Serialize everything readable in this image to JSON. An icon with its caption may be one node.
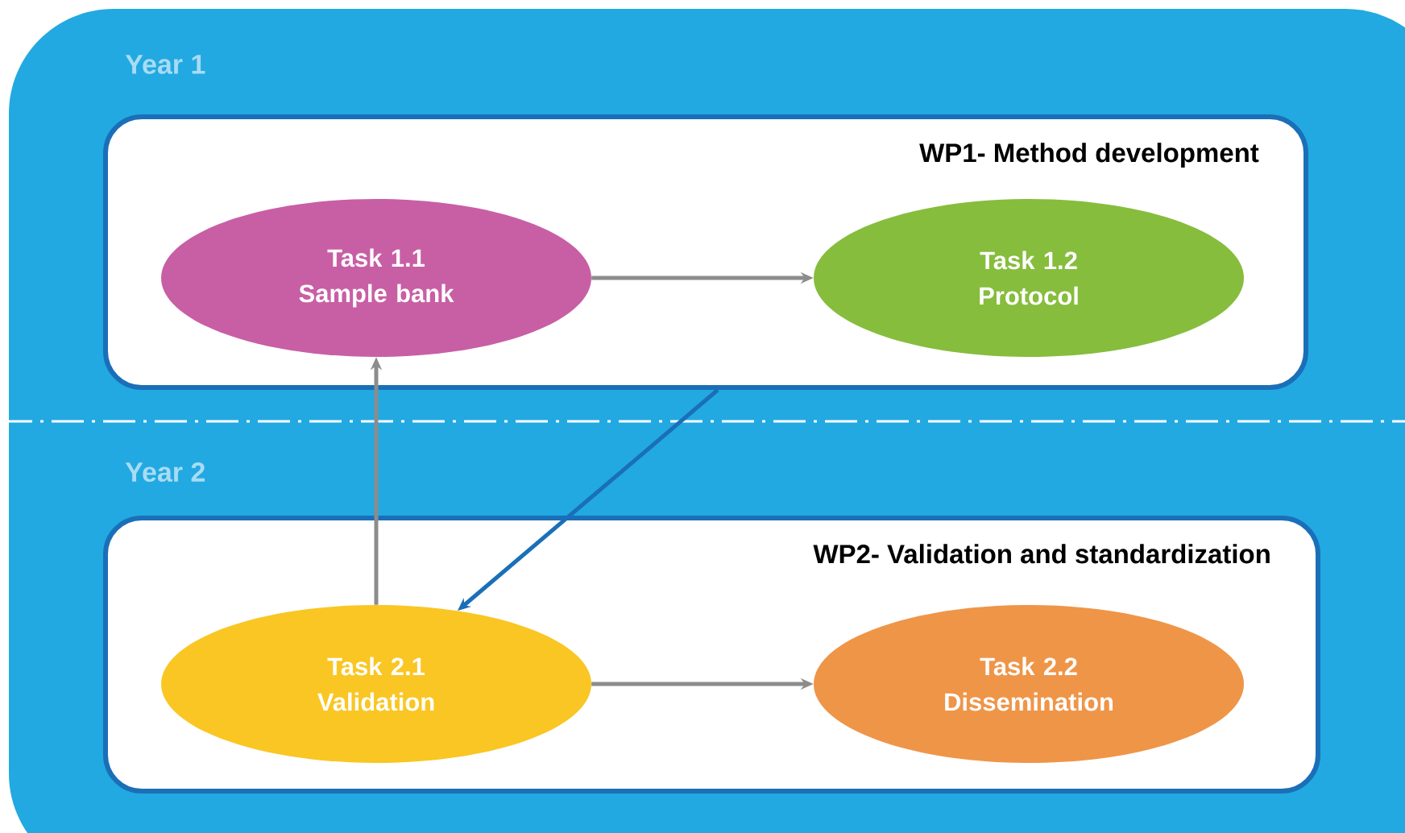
{
  "diagram": {
    "nodes": [
      {
        "text": [
          "WP1- Method development"
        ]
      },
      {
        "text": [
          "Task 1.1 Sample bank"
        ],
        "in": 0
      },
      {
        "text": [
          "Task 1.2 Protocol"
        ],
        "in": 0
      },
      {
        "text": [
          "WP2- Validation and standardization"
        ]
      },
      {
        "text": [
          "Task 2.1 Validation"
        ],
        "in": 3
      },
      {
        "text": [
          "Task 2.2 Dissemination"
        ],
        "in": 3
      }
    ],
    "edges": [
      {
        "from": 1,
        "to": 2,
        "arrow": "to"
      },
      {
        "from": 4,
        "to": 1,
        "arrow": "to"
      },
      {
        "from": 0,
        "to": 4,
        "arrow": "to",
        "color": "#1a6fb8"
      },
      {
        "from": 4,
        "to": 5,
        "arrow": "to"
      }
    ],
    "labels": [
      "Year 1",
      "Year 2"
    ]
  }
}
